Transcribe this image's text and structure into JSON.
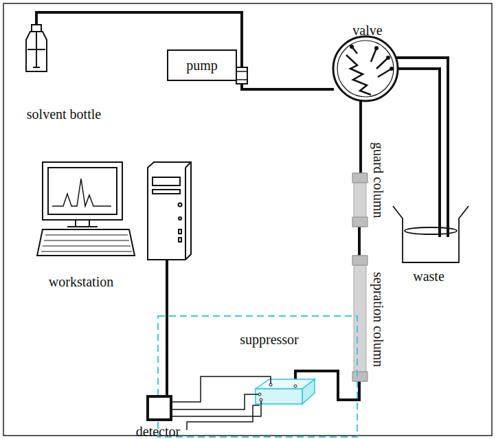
{
  "diagram": {
    "nodes": [
      {
        "text": [
          "pump"
        ]
      },
      {
        "text": [
          "detector"
        ]
      }
    ],
    "labels": [
      "solvent bottle",
      "valve",
      "guard column",
      "sepration column",
      "waste",
      "workstation",
      "suppressor"
    ]
  }
}
